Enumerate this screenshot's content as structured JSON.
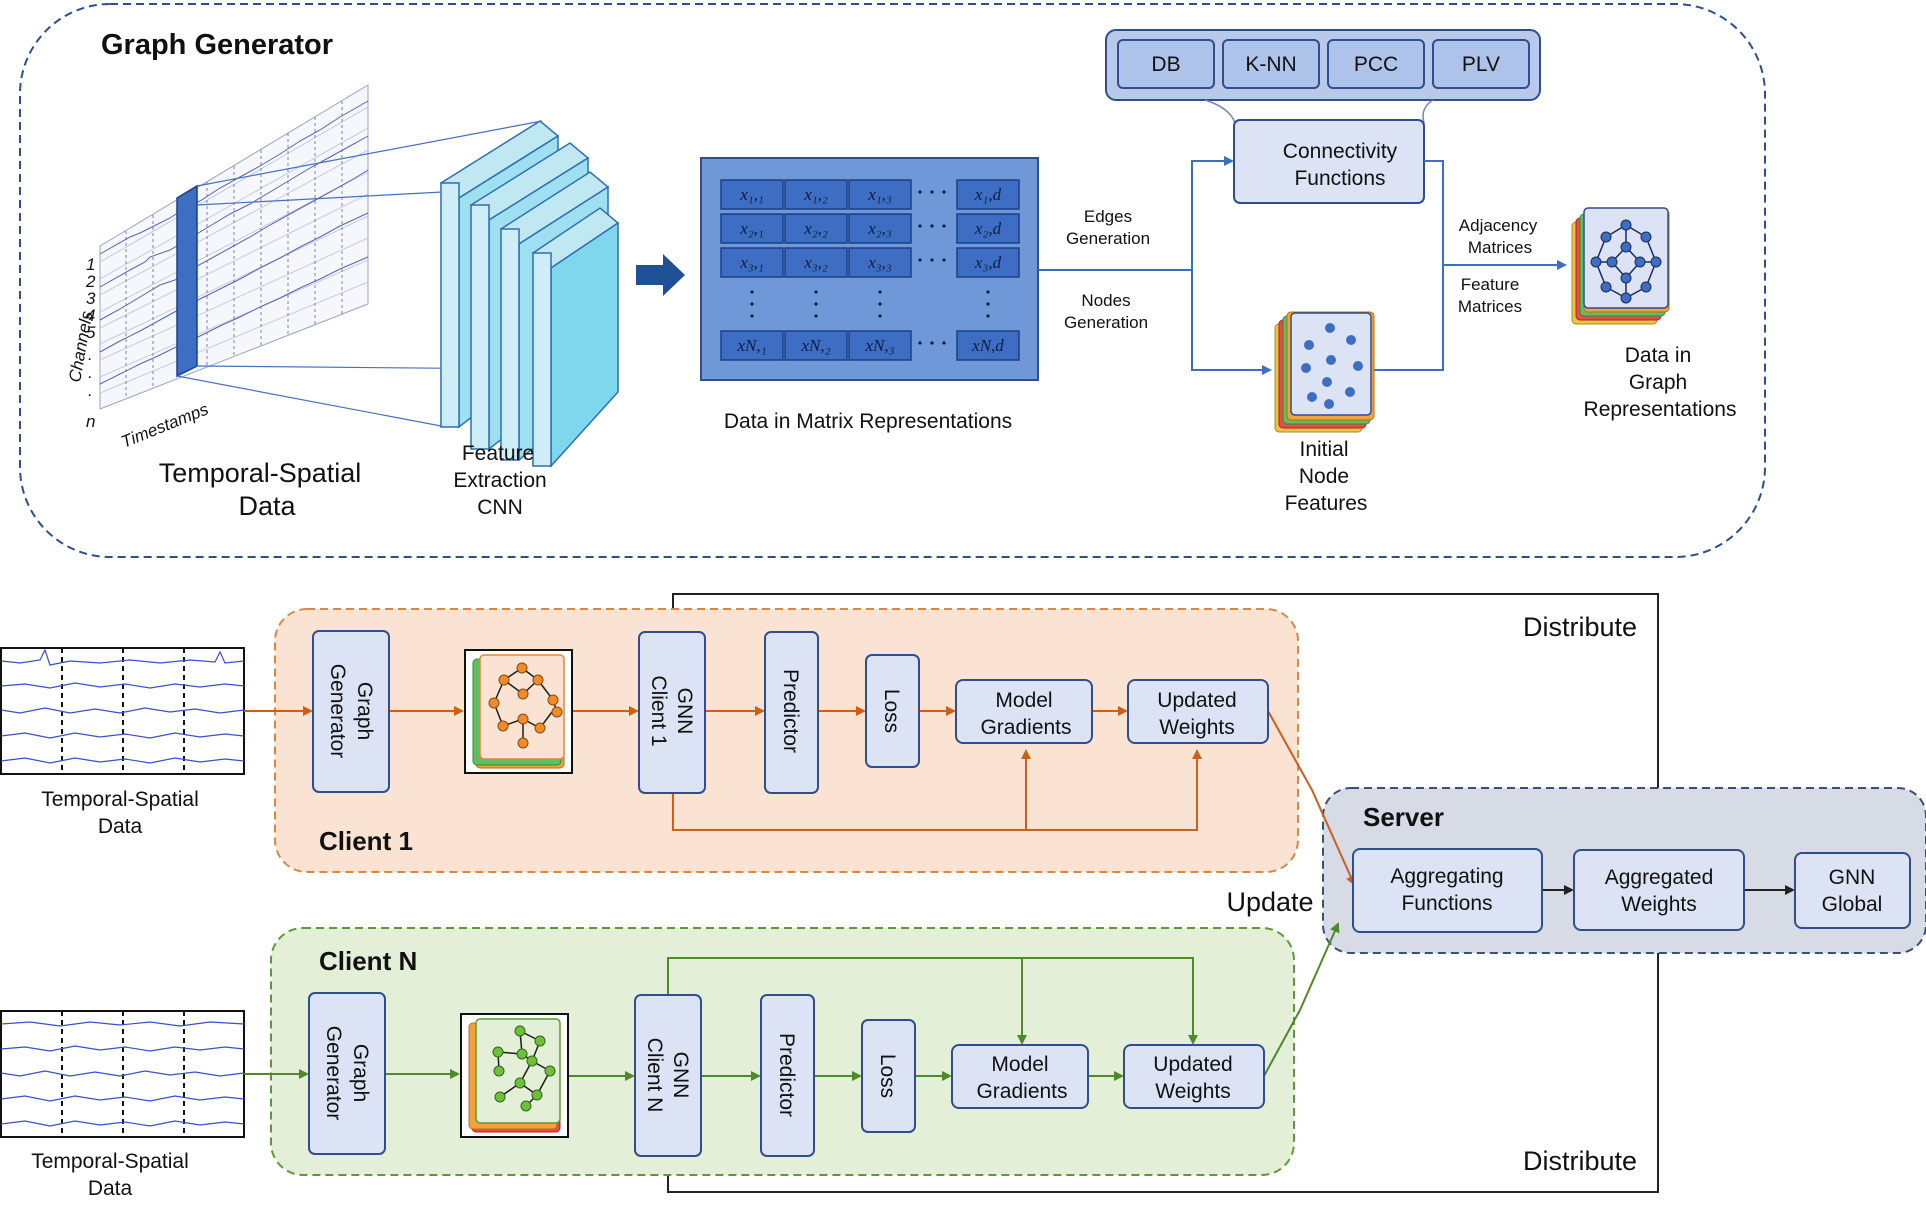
{
  "graph_generator": {
    "title": "Graph Generator",
    "temporal_spatial": [
      "Temporal-Spatial",
      "Data"
    ],
    "channels_label": "Channels",
    "timestamps_label": "Timestamps",
    "channel_numbers": [
      "1",
      "2",
      "3",
      "4",
      "5",
      ".",
      ".",
      ".",
      "n"
    ],
    "cnn_label": [
      "Feature",
      "Extraction",
      "CNN"
    ],
    "matrix_label": "Data in Matrix Representations",
    "matrix_cells": {
      "row1": [
        "x₁,₁",
        "x₁,₂",
        "x₁,₃",
        "x₁,d"
      ],
      "row2": [
        "x₂,₁",
        "x₂,₂",
        "x₂,₃",
        "x₂,d"
      ],
      "row3": [
        "x₃,₁",
        "x₃,₂",
        "x₃,₃",
        "x₃,d"
      ],
      "rowN": [
        "xN,₁",
        "xN,₂",
        "xN,₃",
        "xN,d"
      ]
    },
    "edges_generation": [
      "Edges",
      "Generation"
    ],
    "nodes_generation": [
      "Nodes",
      "Generation"
    ],
    "metrics": [
      "DB",
      "K-NN",
      "PCC",
      "PLV"
    ],
    "connectivity": [
      "Connectivity",
      "Functions"
    ],
    "adjacency": [
      "Adjacency",
      "Matrices"
    ],
    "feature_matrices": [
      "Feature",
      "Matrices"
    ],
    "initial_node": [
      "Initial",
      "Node",
      "Features"
    ],
    "graph_repr": [
      "Data in",
      "Graph",
      "Representations"
    ]
  },
  "federated": {
    "distribute": "Distribute",
    "update": "Update",
    "client1": {
      "title": "Client 1",
      "input_label": [
        "Temporal-Spatial",
        "Data"
      ],
      "graph_generator": [
        "Graph",
        "Generator"
      ],
      "gnn": [
        "GNN",
        "Client 1"
      ],
      "predictor": "Predictor",
      "loss": "Loss",
      "model_gradients": [
        "Model",
        "Gradients"
      ],
      "updated_weights": [
        "Updated",
        "Weights"
      ]
    },
    "clientN": {
      "title": "Client N",
      "input_label": [
        "Temporal-Spatial",
        "Data"
      ],
      "graph_generator": [
        "Graph",
        "Generator"
      ],
      "gnn": [
        "GNN",
        "Client N"
      ],
      "predictor": "Predictor",
      "loss": "Loss",
      "model_gradients": [
        "Model",
        "Gradients"
      ],
      "updated_weights": [
        "Updated",
        "Weights"
      ]
    },
    "server": {
      "title": "Server",
      "aggregating": [
        "Aggregating",
        "Functions"
      ],
      "aggregated": [
        "Aggregated",
        "Weights"
      ],
      "gnn_global": [
        "GNN",
        "Global"
      ]
    }
  },
  "colors": {
    "client1_bg": "#fbe3d4",
    "client1_arrow": "#c9601c",
    "clientN_bg": "#e4efd8",
    "clientN_arrow": "#4f8a2a",
    "server_bg": "#d6dbe5",
    "box_fill": "#dbe3f5",
    "blue_arrow": "#3a6fc4"
  }
}
